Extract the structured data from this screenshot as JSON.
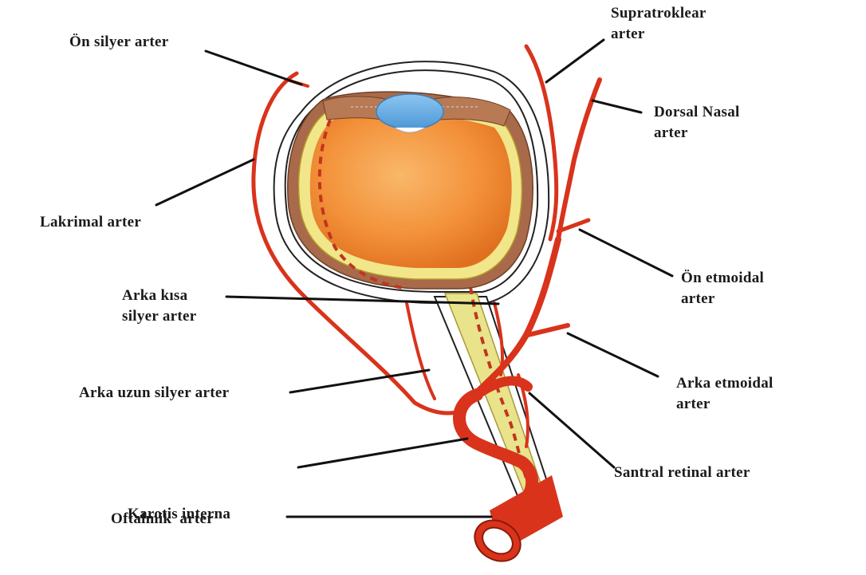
{
  "labels": {
    "on_silyer": "Ön silyer arter",
    "supratroklear_1": "Supratroklear",
    "supratroklear_2": "arter",
    "dorsal_nasal_1": "Dorsal Nasal",
    "dorsal_nasal_2": "arter",
    "lakrimal": "Lakrimal arter",
    "on_etmoidal_1": "Ön etmoidal",
    "on_etmoidal_2": "arter",
    "arka_kisa_1": "Arka kısa",
    "arka_kisa_2": "silyer arter",
    "arka_etmoidal_1": "Arka etmoidal",
    "arka_etmoidal_2": "arter",
    "arka_uzun": "Arka uzun silyer arter",
    "santral_retinal": "Santral retinal arter",
    "oftalmik": "Oftalmik  arter",
    "karotis": "Karotis interna"
  },
  "colors": {
    "artery": "#d9331c",
    "artery_dark": "#b3200e",
    "choroid": "#f2882f",
    "retina_yellow": "#f2e68a",
    "nerve": "#e9e38c",
    "cornea_blue": "#6fb3e6",
    "sclera_brown": "#a86a4a",
    "leader": "#111111"
  }
}
